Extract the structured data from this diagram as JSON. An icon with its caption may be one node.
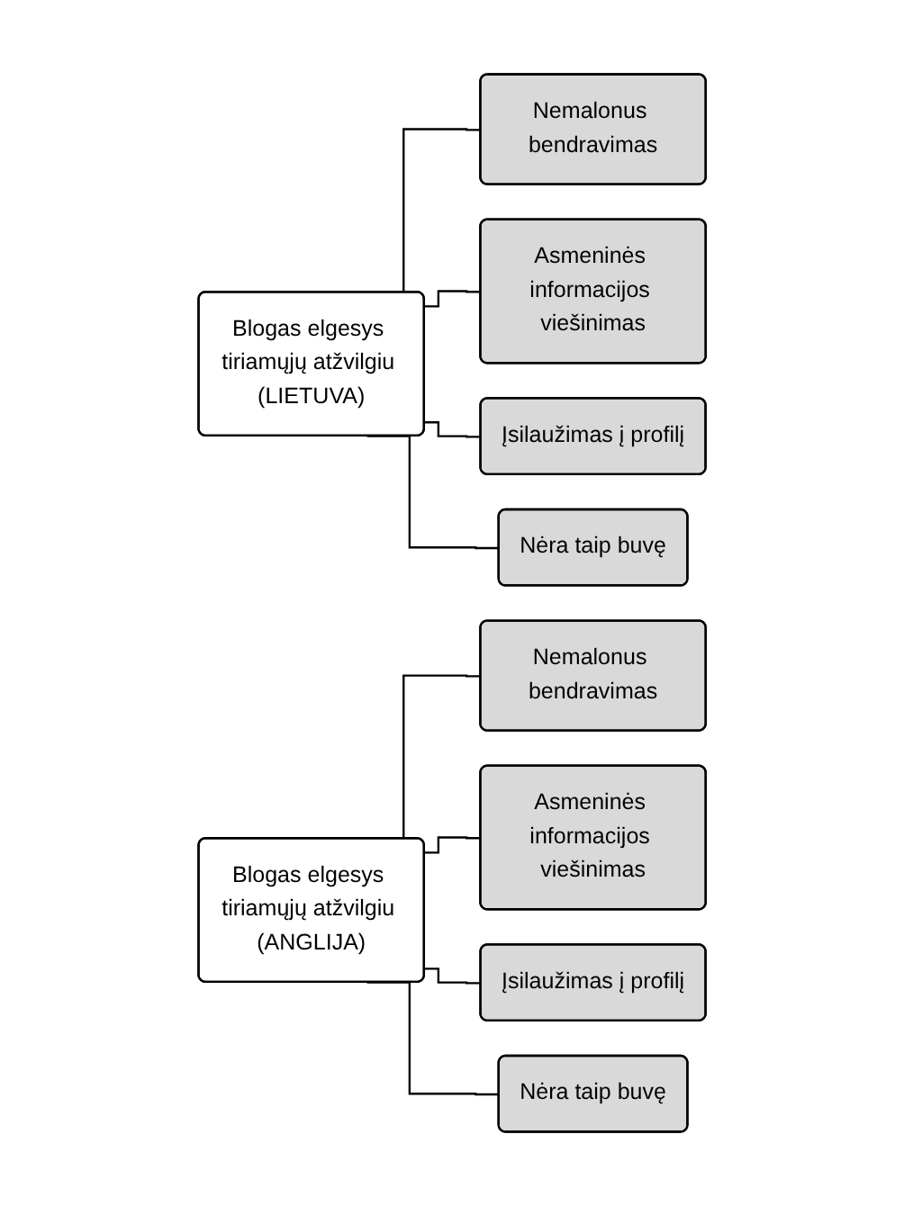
{
  "diagram": {
    "nodes": [
      {
        "text": [
          "Blogas elgesys tiriamųjų atžvilgiu (LIETUVA)"
        ]
      },
      {
        "text": [
          "Nemalonus bendravimas"
        ]
      },
      {
        "text": [
          "Asmeninės informacijos viešinimas"
        ]
      },
      {
        "text": [
          "Įsilaužimas į profilį"
        ]
      },
      {
        "text": [
          "Nėra taip buvę"
        ]
      },
      {
        "text": [
          "Blogas elgesys tiriamųjų atžvilgiu (ANGLIJA)"
        ]
      },
      {
        "text": [
          "Nemalonus bendravimas"
        ]
      },
      {
        "text": [
          "Asmeninės informacijos viešinimas"
        ]
      },
      {
        "text": [
          "Įsilaužimas į profilį"
        ]
      },
      {
        "text": [
          "Nėra taip buvę"
        ]
      }
    ],
    "edges": [
      {
        "from": 0,
        "to": 1,
        "arrow": "none"
      },
      {
        "from": 0,
        "to": 2,
        "arrow": "none"
      },
      {
        "from": 0,
        "to": 3,
        "arrow": "none"
      },
      {
        "from": 0,
        "to": 4,
        "arrow": "none"
      },
      {
        "from": 5,
        "to": 6,
        "arrow": "none"
      },
      {
        "from": 5,
        "to": 7,
        "arrow": "none"
      },
      {
        "from": 5,
        "to": 8,
        "arrow": "none"
      },
      {
        "from": 5,
        "to": 9,
        "arrow": "none"
      }
    ]
  }
}
